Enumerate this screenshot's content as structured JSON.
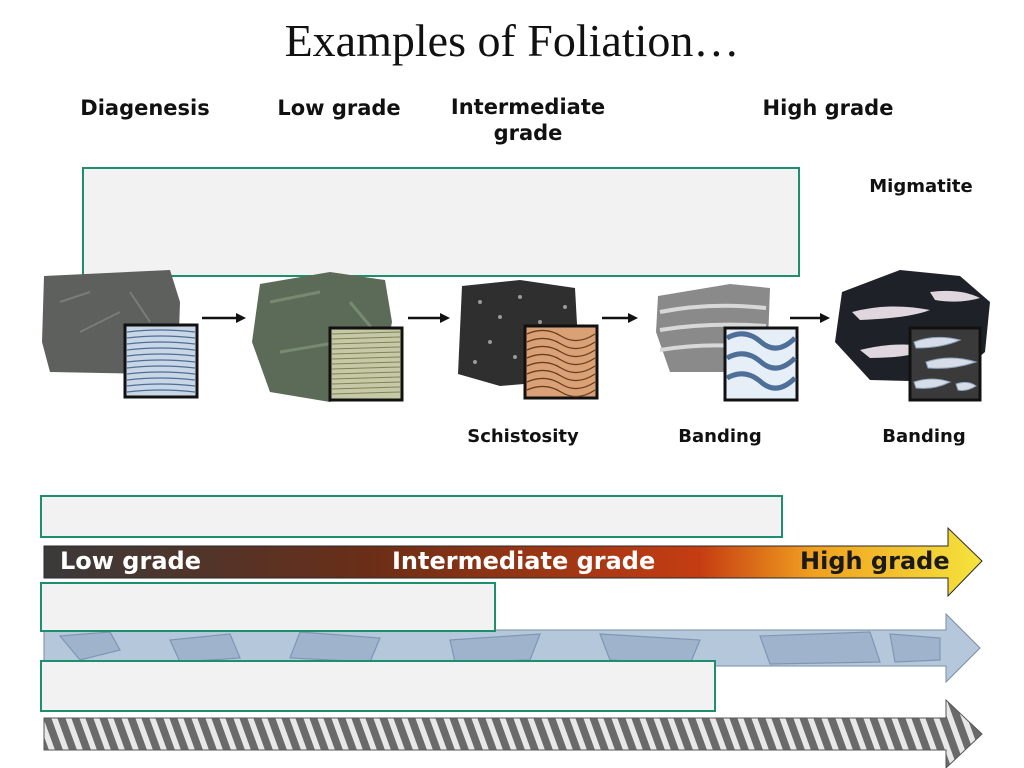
{
  "title": "Examples of Foliation…",
  "headers": {
    "diagenesis": "Diagenesis",
    "low_grade": "Low grade",
    "intermediate_grade": "Intermediate grade",
    "high_grade": "High grade"
  },
  "migmatite": "Migmatite",
  "foliation_labels": {
    "schistosity": "Schistosity",
    "banding_1": "Banding",
    "banding_2": "Banding"
  },
  "grade_bar": {
    "low": "Low grade",
    "intermediate": "Intermediate grade",
    "high": "High grade"
  },
  "colors": {
    "cover_border": "#1d8f6e",
    "cover_fill": "#f2f2f2",
    "grade_low": "#3a3a3a",
    "grade_mid": "#b8421a",
    "grade_high": "#f5e43c",
    "grain_arrow": "#b5c7da",
    "stripe_arrow": "#8a8a8a"
  }
}
